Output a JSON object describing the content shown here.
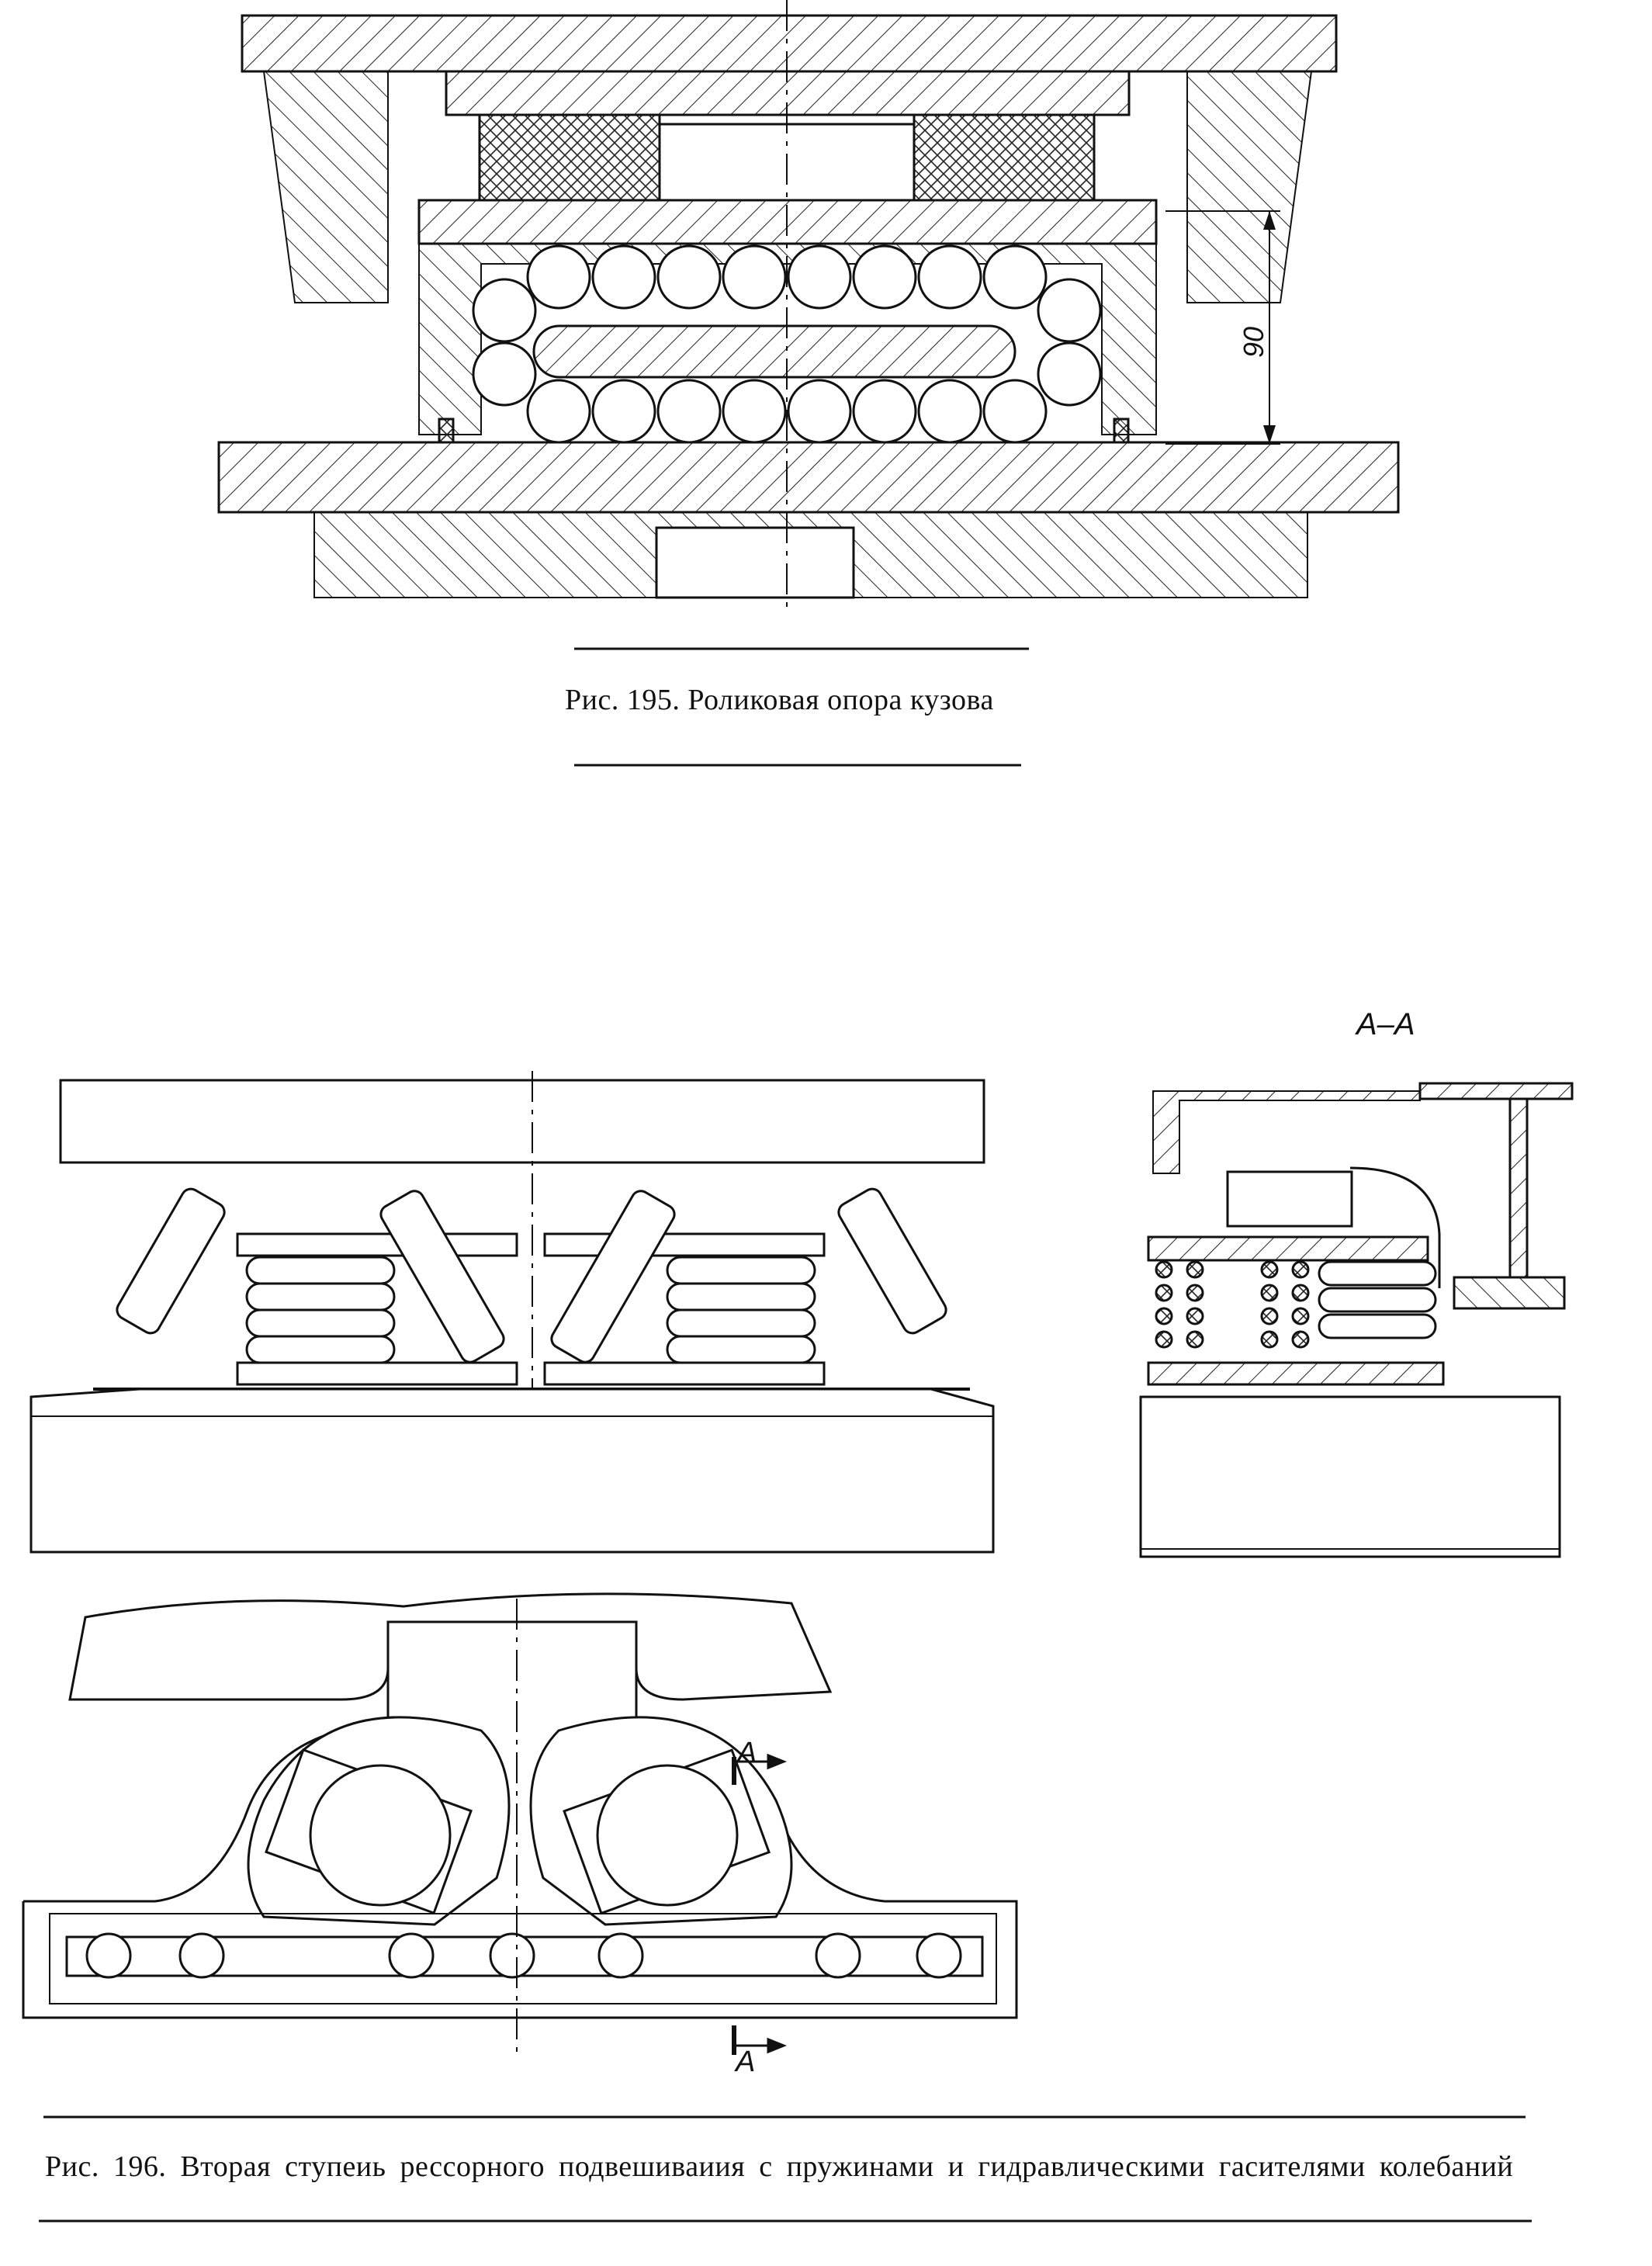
{
  "figure_195": {
    "caption": "Рис. 195. Роликовая опора кузова",
    "dimension_label": "90"
  },
  "figure_196": {
    "caption": "Рис. 196. Вторая ступеиь рессорного подвешиваиия с пружинами и гидравлическими гасителями колебаний",
    "section_title": "А–А",
    "section_mark_top": "А",
    "section_mark_bottom": "А"
  }
}
